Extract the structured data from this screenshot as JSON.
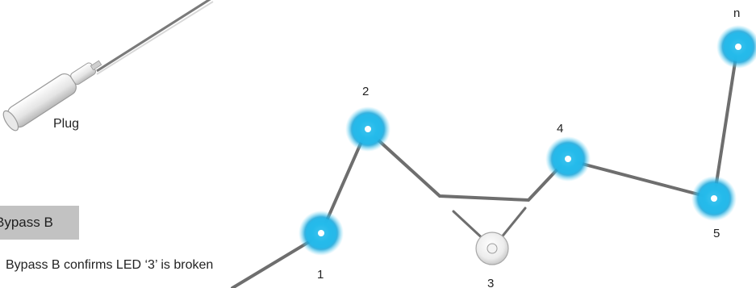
{
  "plug": {
    "label": "Plug"
  },
  "bypass": {
    "button_label": "Bypass B"
  },
  "caption": "Bypass B confirms LED ‘3’ is broken",
  "leds": [
    {
      "label": "1",
      "state": "on"
    },
    {
      "label": "2",
      "state": "on"
    },
    {
      "label": "3",
      "state": "off"
    },
    {
      "label": "4",
      "state": "on"
    },
    {
      "label": "5",
      "state": "on"
    },
    {
      "label": "n",
      "state": "on"
    }
  ],
  "colors": {
    "led_glow": "#29c8f2",
    "led_off": "#e6e6e6",
    "wire": "#6e6e6e",
    "button_bg": "#c2c2c2"
  }
}
